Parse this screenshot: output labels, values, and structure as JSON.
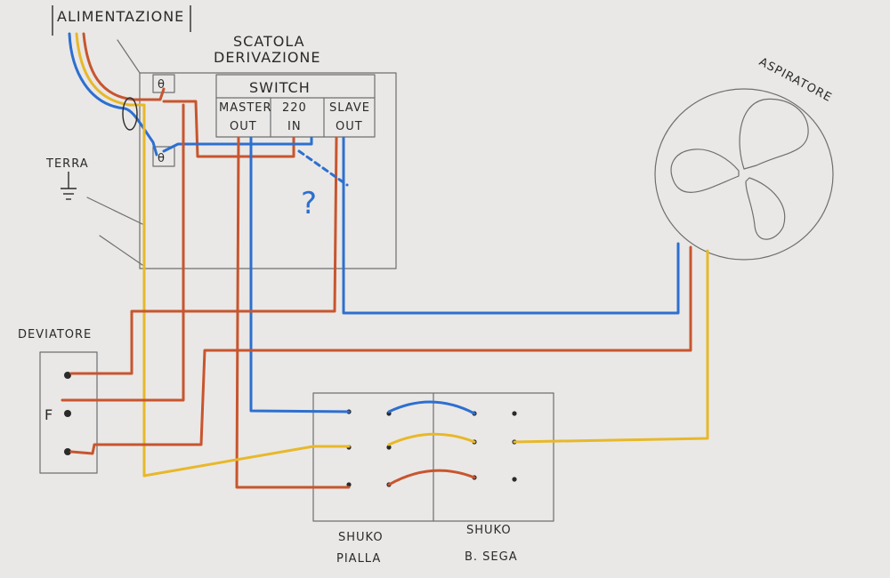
{
  "labels": {
    "alimentazione": "ALIMENTAZIONE",
    "scatola_line1": "SCATOLA",
    "scatola_line2": "DERIVAZIONE",
    "switch_title": "SWITCH",
    "master_line1": "MASTER",
    "master_line2": "OUT",
    "in_line1": "220",
    "in_line2": "IN",
    "slave_line1": "SLAVE",
    "slave_line2": "OUT",
    "terra": "TERRA",
    "aspiratore": "ASPIRATORE",
    "deviatore": "DEVIATORE",
    "f": "F",
    "shuko_pialla_line1": "SHUKO",
    "shuko_pialla_line2": "PIALLA",
    "shuko_sega_line1": "SHUKO",
    "shuko_sega_line2": "B. SEGA",
    "question": "?"
  },
  "colors": {
    "paper": "#e9e8e6",
    "brown_wire": "#c8552e",
    "blue_wire": "#2d6fd0",
    "yellow_wire": "#e8b82a",
    "pencil": "#6f6f6f",
    "ink": "#2b2b2b"
  }
}
